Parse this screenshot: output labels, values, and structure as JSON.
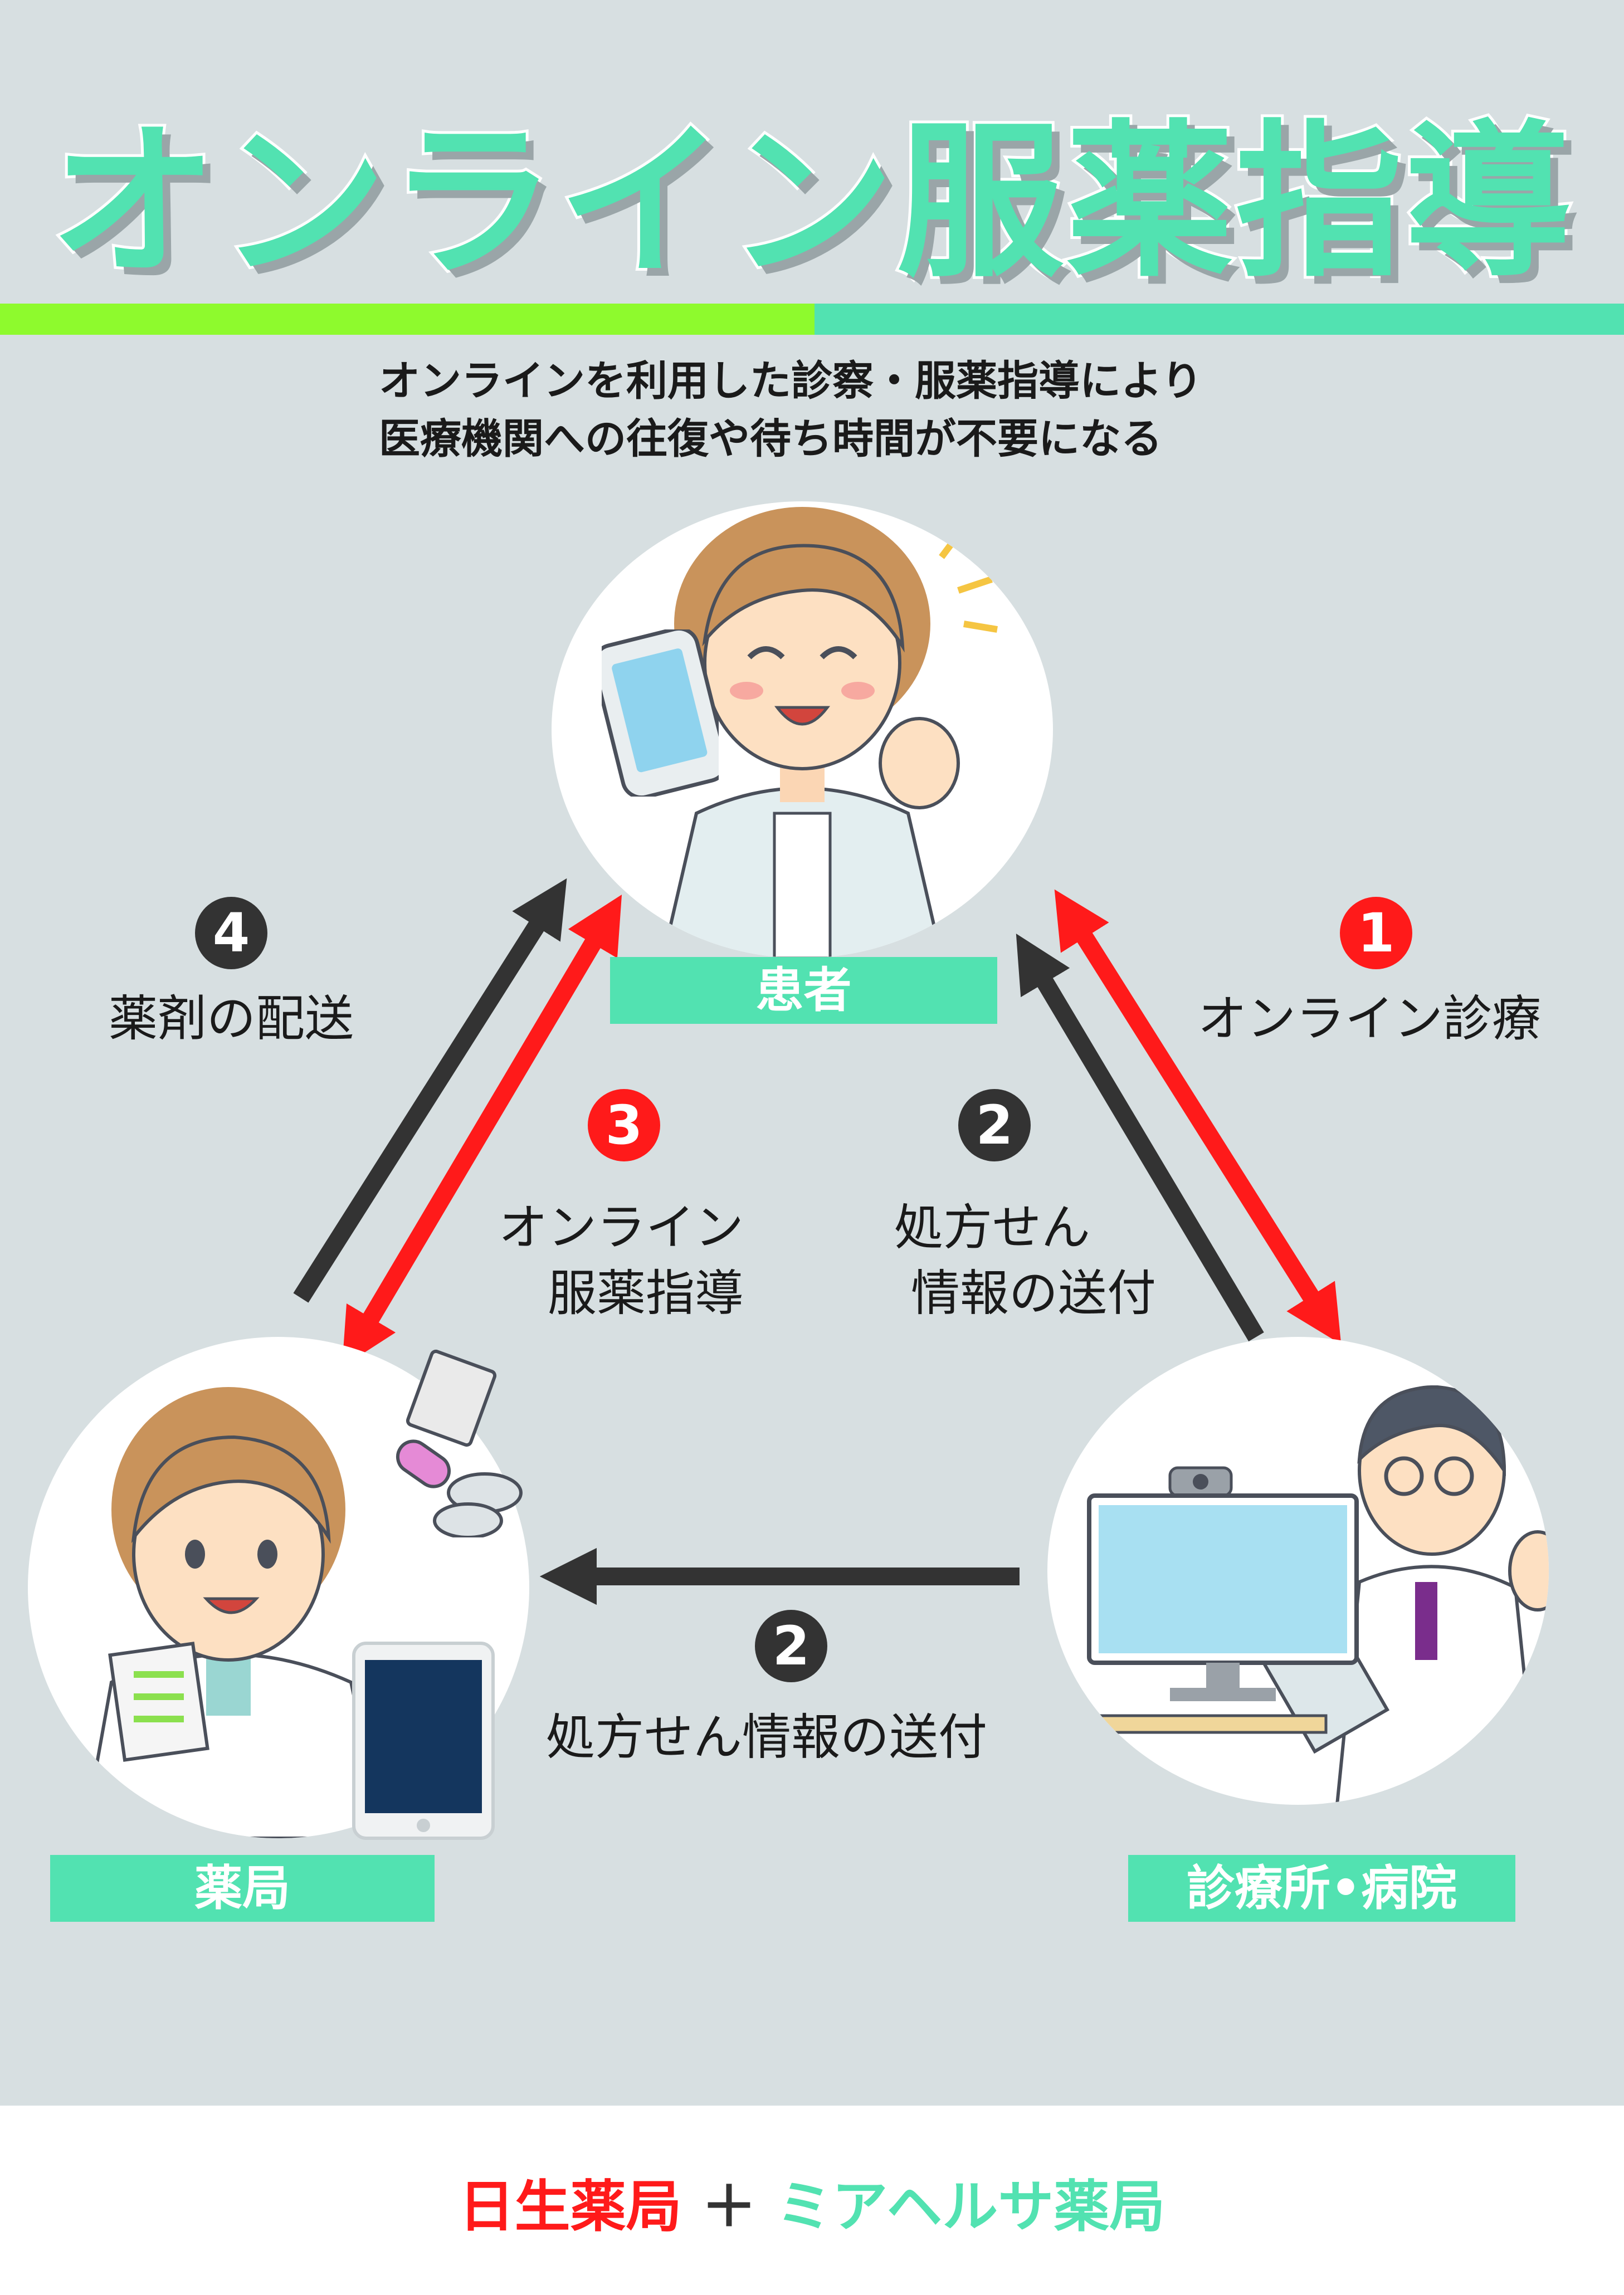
{
  "title": "オンライン服薬指導",
  "intro": {
    "line1": "オンラインを利用した診察・服薬指導により",
    "line2": "医療機関への往復や待ち時間が不要になる"
  },
  "nodes": {
    "patient": "患者",
    "pharmacy": "薬局",
    "clinic": "診療所•病院"
  },
  "steps": {
    "s1": {
      "num": "1",
      "text": "オンライン診療"
    },
    "s2a": {
      "num": "2",
      "line1": "処方せん",
      "line2": "情報の送付"
    },
    "s2b": {
      "num": "2",
      "text": "処方せん情報の送付"
    },
    "s3": {
      "num": "3",
      "line1": "オンライン",
      "line2": "服薬指導"
    },
    "s4": {
      "num": "4",
      "text": "薬剤の配送"
    }
  },
  "footer": {
    "brand1": "日生薬局",
    "plus": "＋",
    "brand2": "ミアヘルサ薬局"
  },
  "colors": {
    "accent_teal": "#52e2b1",
    "accent_green": "#8efa2d",
    "arrow_red": "#ff1a1a",
    "arrow_dark": "#333333",
    "background": "#d7dfe1"
  },
  "icons": [
    "smartphone-icon",
    "tablet-icon",
    "monitor-icon",
    "pill-icon"
  ]
}
